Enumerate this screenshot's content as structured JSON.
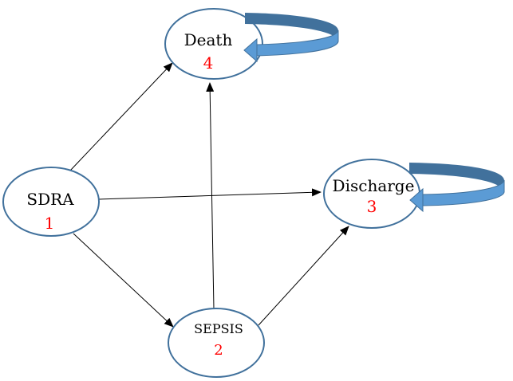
{
  "colors": {
    "node_stroke": "#41719c",
    "number_text": "#ff0000",
    "edge": "#000000",
    "loop_light": "#5b9bd5",
    "loop_dark": "#41719c"
  },
  "nodes": [
    {
      "id": "death",
      "label": "Death",
      "number": "4",
      "self_loop": true
    },
    {
      "id": "sdra",
      "label": "SDRA",
      "number": "1",
      "self_loop": false
    },
    {
      "id": "discharge",
      "label": "Discharge",
      "number": "3",
      "self_loop": true
    },
    {
      "id": "sepsis",
      "label": "SEPSIS",
      "number": "2",
      "self_loop": false
    }
  ],
  "edges": [
    {
      "from": "sdra",
      "to": "death"
    },
    {
      "from": "sdra",
      "to": "discharge"
    },
    {
      "from": "sdra",
      "to": "sepsis"
    },
    {
      "from": "sepsis",
      "to": "death"
    },
    {
      "from": "sepsis",
      "to": "discharge"
    }
  ]
}
